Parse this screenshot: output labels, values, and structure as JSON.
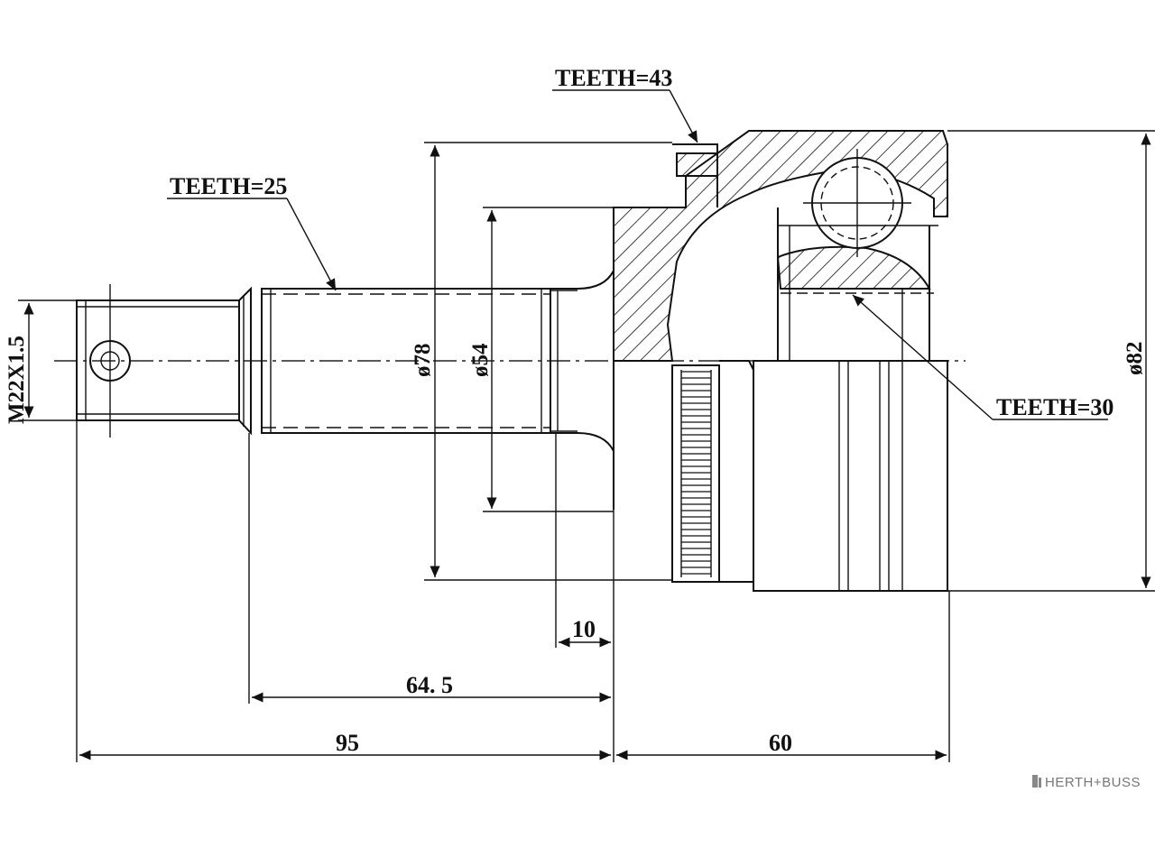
{
  "annotations": {
    "teeth_outer_shaft": "TEETH=25",
    "teeth_abs_ring": "TEETH=43",
    "teeth_inner": "TEETH=30"
  },
  "dimensions": {
    "thread": "M22X1.5",
    "dia_78": "ø78",
    "dia_54": "ø54",
    "dia_82": "ø82",
    "len_10": "10",
    "len_64_5": "64. 5",
    "len_95": "95",
    "len_60": "60"
  },
  "brand": {
    "logo_text": "HERTH+BUSS"
  }
}
